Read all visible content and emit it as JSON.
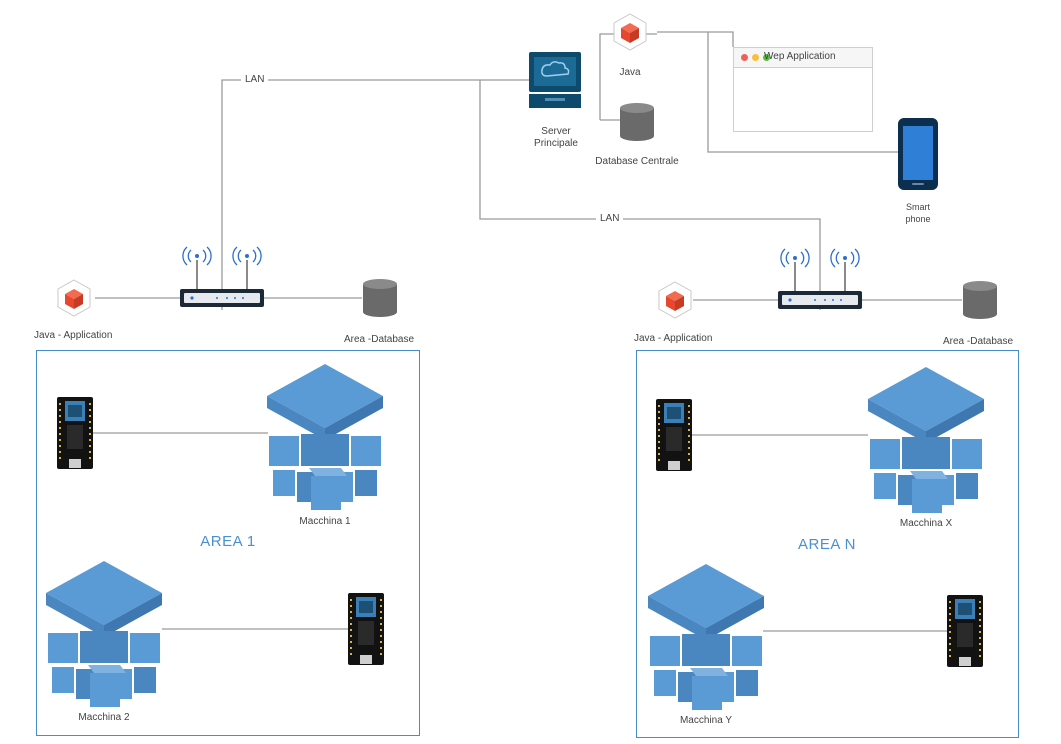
{
  "network": {
    "lan_label_top": "LAN",
    "lan_label_mid": "LAN"
  },
  "server": {
    "label_line1": "Server",
    "label_line2": "Principale"
  },
  "central_java": {
    "label": "Java"
  },
  "central_db": {
    "label": "Database Centrale"
  },
  "web_app": {
    "title": "Wep Application"
  },
  "smartphone": {
    "label_line1": "Smart",
    "label_line2": "phone"
  },
  "area1": {
    "title": "AREA 1",
    "java_label": "Java - Application",
    "db_label": "Area -Database",
    "machine_a": "Macchina 1",
    "machine_b": "Macchina 2"
  },
  "areaN": {
    "title": "AREA N",
    "java_label": "Java - Application",
    "db_label": "Area -Database",
    "machine_a": "Macchina X",
    "machine_b": "Macchina Y"
  },
  "colors": {
    "line": "#9a9a9a",
    "accent_blue": "#4a90d0",
    "machine_blue": "#5b9bd5",
    "java_red": "#e8472f",
    "db_gray": "#666666",
    "server_navy": "#0d4a6b"
  }
}
